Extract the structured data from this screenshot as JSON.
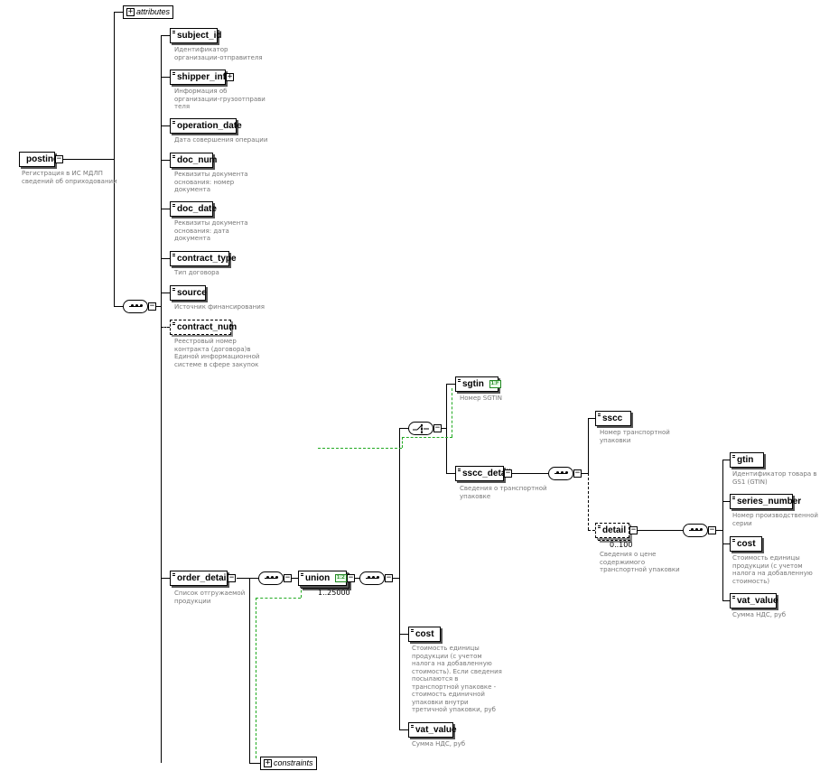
{
  "root": {
    "name": "posting",
    "doc": "Регистрация в ИС МДЛП\nсведений об оприходовании"
  },
  "attributes_label": "attributes",
  "constraints_label": "constraints",
  "sequence_children": [
    {
      "name": "subject_id",
      "doc": "Идентификатор\nорганизации-отправителя"
    },
    {
      "name": "shipper_info",
      "doc": "Информация об\nорганизации-грузоотправи\nтеля"
    },
    {
      "name": "operation_date",
      "doc": "Дата совершения операции"
    },
    {
      "name": "doc_num",
      "doc": "Реквизиты документа\nоснования: номер\nдокумента"
    },
    {
      "name": "doc_date",
      "doc": "Реквизиты документа\nоснования: дата\nдокумента"
    },
    {
      "name": "contract_type",
      "doc": "Тип договора"
    },
    {
      "name": "source",
      "doc": "Источник финансирования"
    },
    {
      "name": "contract_num",
      "doc": "Реестровый номер\nконтракта (договора)в\nЕдиной информационной\nсистеме в сфере закупок"
    }
  ],
  "order_details": {
    "name": "order_details",
    "doc": "Список отгружаемой\nпродукции"
  },
  "union": {
    "name": "union",
    "occurs": "1..25000",
    "badge": "1:2"
  },
  "choice_children": {
    "sgtin": {
      "name": "sgtin",
      "doc": "Номер SGTIN",
      "badge": "1:F"
    },
    "sscc_detail": {
      "name": "sscc_detail",
      "doc": "Сведения о транспортной\nупаковке"
    }
  },
  "sscc": {
    "name": "sscc",
    "doc": "Номер транспортной\nупаковки"
  },
  "detail": {
    "name": "detail",
    "occurs": "0..100",
    "doc": "Сведения о цене\nсодержимого\nтранспортной упаковки"
  },
  "detail_children": [
    {
      "name": "gtin",
      "doc": "Идентификатор товара в\nGS1 (GTIN)"
    },
    {
      "name": "series_number",
      "doc": "Номер производственной\nсерии"
    },
    {
      "name": "cost",
      "doc": "Стоимость единицы\nпродукции (с учетом\nналога на добавленную\nстоимость)"
    },
    {
      "name": "vat_value",
      "doc": "Сумма НДС, руб"
    }
  ],
  "union_cost": {
    "name": "cost",
    "doc": "Стоимость единицы\nпродукции (с учетом\nналога на добавленную\nстоимость). Если сведения\nпосылаются в\nтранспортной упаковке -\nстоимость единичной\nупаковки внутри\nтретичной упаковки, руб"
  },
  "union_vat": {
    "name": "vat_value",
    "doc": "Сумма НДС, руб"
  }
}
